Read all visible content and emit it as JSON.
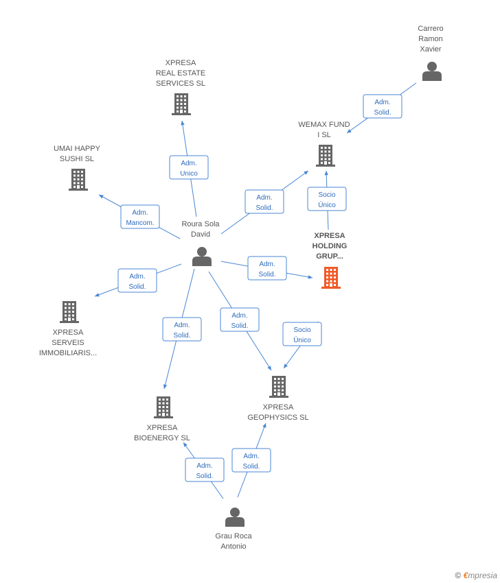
{
  "colors": {
    "edge": "#4a86d4",
    "company": "#666666",
    "focus_company": "#f05a28",
    "person": "#666666"
  },
  "nodes": [
    {
      "id": "carrero",
      "type": "person",
      "lines": [
        "Carrero",
        "Ramon",
        "Xavier"
      ]
    },
    {
      "id": "realestate",
      "type": "company",
      "lines": [
        "XPRESA",
        "REAL ESTATE",
        "SERVICES  SL"
      ]
    },
    {
      "id": "wemax",
      "type": "company",
      "lines": [
        "WEMAX FUND",
        "I SL"
      ]
    },
    {
      "id": "umai",
      "type": "company",
      "lines": [
        "UMAI HAPPY",
        "SUSHI SL"
      ]
    },
    {
      "id": "roura",
      "type": "person",
      "lines": [
        "Roura Sola",
        "David"
      ]
    },
    {
      "id": "holding",
      "type": "company",
      "focus": true,
      "lines": [
        "XPRESA",
        "HOLDING",
        "GRUP..."
      ]
    },
    {
      "id": "serveis",
      "type": "company",
      "lines": [
        "XPRESA",
        "SERVEIS",
        "IMMOBILIARIS..."
      ]
    },
    {
      "id": "geophysics",
      "type": "company",
      "lines": [
        "XPRESA",
        "GEOPHYSICS  SL"
      ]
    },
    {
      "id": "bioenergy",
      "type": "company",
      "lines": [
        "XPRESA",
        "BIOENERGY SL"
      ]
    },
    {
      "id": "grau",
      "type": "person",
      "lines": [
        "Grau Roca",
        "Antonio"
      ]
    }
  ],
  "edges": [
    {
      "from": "carrero",
      "to": "wemax",
      "lines": [
        "Adm.",
        "Solid."
      ]
    },
    {
      "from": "roura",
      "to": "realestate",
      "lines": [
        "Adm.",
        "Unico"
      ]
    },
    {
      "from": "roura",
      "to": "umai",
      "lines": [
        "Adm.",
        "Mancom."
      ]
    },
    {
      "from": "roura",
      "to": "wemax",
      "lines": [
        "Adm.",
        "Solid."
      ]
    },
    {
      "from": "holding",
      "to": "wemax",
      "lines": [
        "Socio",
        "Único"
      ]
    },
    {
      "from": "roura",
      "to": "holding",
      "lines": [
        "Adm.",
        "Solid."
      ]
    },
    {
      "from": "roura",
      "to": "serveis",
      "lines": [
        "Adm.",
        "Solid."
      ]
    },
    {
      "from": "roura",
      "to": "bioenergy",
      "lines": [
        "Adm.",
        "Solid."
      ]
    },
    {
      "from": "roura",
      "to": "geophysics",
      "lines": [
        "Adm.",
        "Solid."
      ]
    },
    {
      "from": "holding",
      "to": "geophysics",
      "lines": [
        "Socio",
        "Único"
      ]
    },
    {
      "from": "grau",
      "to": "bioenergy",
      "lines": [
        "Adm.",
        "Solid."
      ]
    },
    {
      "from": "grau",
      "to": "geophysics",
      "lines": [
        "Adm.",
        "Solid."
      ]
    }
  ],
  "footer": {
    "copyright": "©",
    "brand_initial": "€",
    "brand_rest": "mpresia"
  }
}
